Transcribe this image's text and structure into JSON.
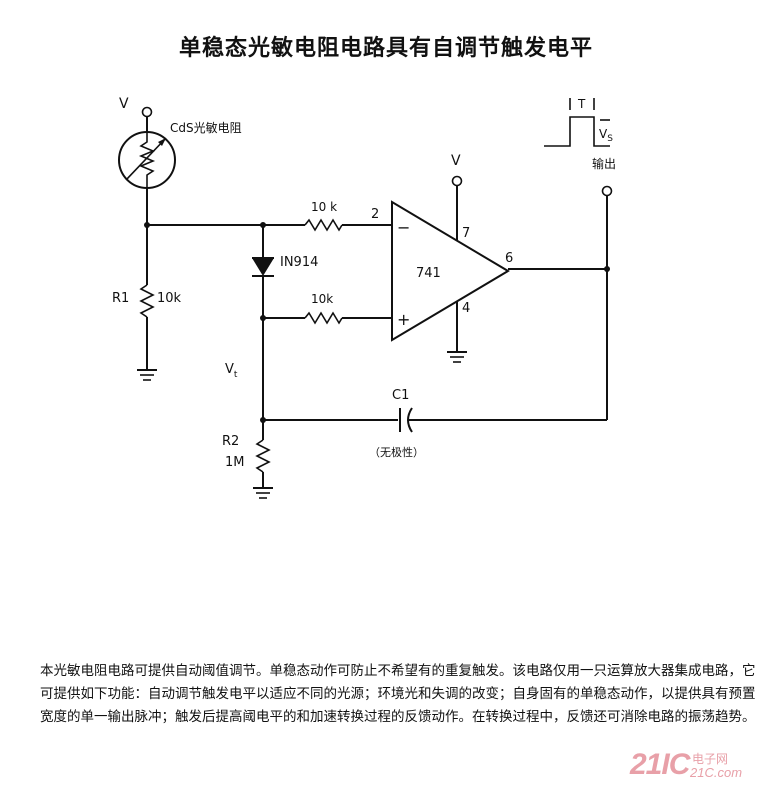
{
  "title": "单稳态光敏电阻电路具有自调节触发电平",
  "labels": {
    "v_top": "V",
    "ldr": "CdS光敏电阻",
    "r1": "R1",
    "r1_value": "10k",
    "diode": "IN914",
    "res_minus": "10 k",
    "res_plus": "10k",
    "pin2": "2",
    "pin7": "7",
    "pin6": "6",
    "pin4": "4",
    "opamp": "741",
    "minus": "−",
    "plus": "+",
    "v_opamp": "V",
    "vt_main": "V",
    "vt_sub": "t",
    "c1": "C1",
    "c1_note": "（无极性）",
    "r2": "R2",
    "r2_value": "1M",
    "pulse_t": "T",
    "vs_main": "V",
    "vs_sub": "S",
    "output": "输出"
  },
  "description": "本光敏电阻电路可提供自动阈值调节。单稳态动作可防止不希望有的重复触发。该电路仅用一只运算放大器集成电路，它可提供如下功能：自动调节触发电平以适应不同的光源；环境光和失调的改变；自身固有的单稳态动作，以提供具有预置宽度的单一输出脉冲；触发后提高阈电平的和加速转换过程的反馈动作。在转换过程中，反馈还可消除电路的振荡趋势。",
  "watermark": {
    "main": "21IC",
    "sub": "电子网",
    "domain": "21C.com"
  }
}
